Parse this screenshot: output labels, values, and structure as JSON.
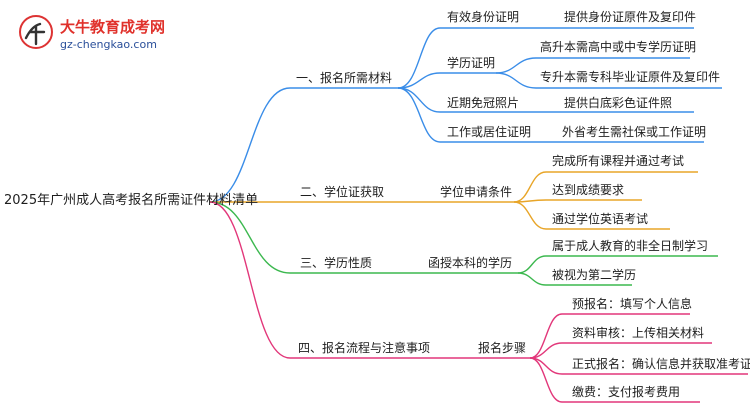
{
  "watermark": {
    "title": "大牛教育成考网",
    "url": "gz-chengkao.com"
  },
  "root": "2025年广州成人高考报名所需证件材料清单",
  "branches": [
    {
      "label": "一、报名所需材料",
      "color": "#3a8de8",
      "groups": [
        {
          "label": "有效身份证明",
          "leaves": [
            "提供身份证原件及复印件"
          ]
        },
        {
          "label": "学历证明",
          "leaves": [
            "高升本需高中或中专学历证明",
            "专升本需专科毕业证原件及复印件"
          ]
        },
        {
          "label": "近期免冠照片",
          "leaves": [
            "提供白底彩色证件照"
          ]
        },
        {
          "label": "工作或居住证明",
          "leaves": [
            "外省考生需社保或工作证明"
          ]
        }
      ]
    },
    {
      "label": "二、学位证获取",
      "color": "#e8a528",
      "groups": [
        {
          "label": "学位申请条件",
          "leaves": [
            "完成所有课程并通过考试",
            "达到成绩要求",
            "通过学位英语考试"
          ]
        }
      ]
    },
    {
      "label": "三、学历性质",
      "color": "#3cb84f",
      "groups": [
        {
          "label": "函授本科的学历",
          "leaves": [
            "属于成人教育的非全日制学习",
            "被视为第二学历"
          ]
        }
      ]
    },
    {
      "label": "四、报名流程与注意事项",
      "color": "#e2377a",
      "groups": [
        {
          "label": "报名步骤",
          "leaves": [
            "预报名：填写个人信息",
            "资料审核：上传相关材料",
            "正式报名：确认信息并获取准考证号",
            "缴费：支付报考费用"
          ]
        }
      ]
    }
  ]
}
